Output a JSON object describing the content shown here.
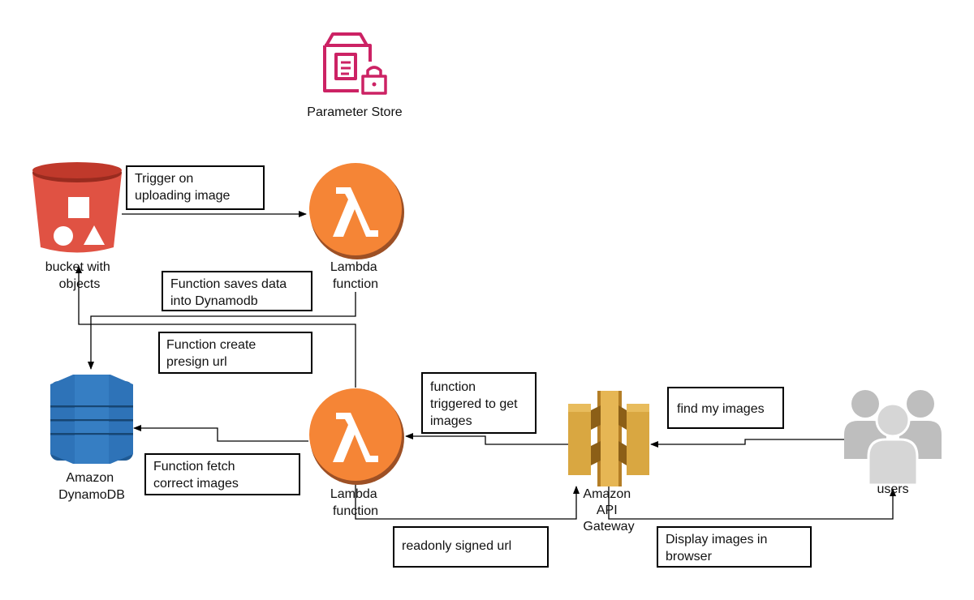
{
  "colors": {
    "lambda_orange": "#F58536",
    "s3_red": "#E05243",
    "dynamo_blue": "#2E73B8",
    "apigw_gold": "#D9A741",
    "users_gray": "#C8C8C8",
    "ssm_pink": "#CC2264"
  },
  "icons": {
    "parameter_store": "parameter-store-icon",
    "s3": "s3-bucket-icon",
    "lambda": "lambda-icon",
    "dynamodb": "dynamodb-icon",
    "api_gateway": "api-gateway-icon",
    "users": "users-icon"
  },
  "nodes": {
    "parameter_store": {
      "label": "Parameter Store"
    },
    "s3_bucket": {
      "label": [
        "bucket with",
        "objects"
      ]
    },
    "lambda_top": {
      "label": [
        "Lambda",
        "function"
      ]
    },
    "lambda_bottom": {
      "label": [
        "Lambda",
        "function"
      ]
    },
    "dynamodb": {
      "label": [
        "Amazon",
        "DynamoDB"
      ]
    },
    "api_gateway": {
      "label": [
        "Amazon",
        "API",
        "Gateway"
      ]
    },
    "users": {
      "label": "users"
    }
  },
  "notes": {
    "trigger_upload": [
      "Trigger on",
      "uploading image"
    ],
    "saves_data": [
      "Function saves data",
      "into Dynamodb"
    ],
    "create_presign": [
      "Function create",
      "presign url"
    ],
    "fetch_images": [
      "Function fetch",
      "correct images"
    ],
    "triggered_get": [
      "function",
      "triggered to get",
      "images"
    ],
    "find_images": [
      "find my images"
    ],
    "readonly_url": [
      "readonly signed url"
    ],
    "display_images": [
      "Display images in",
      "browser"
    ]
  }
}
